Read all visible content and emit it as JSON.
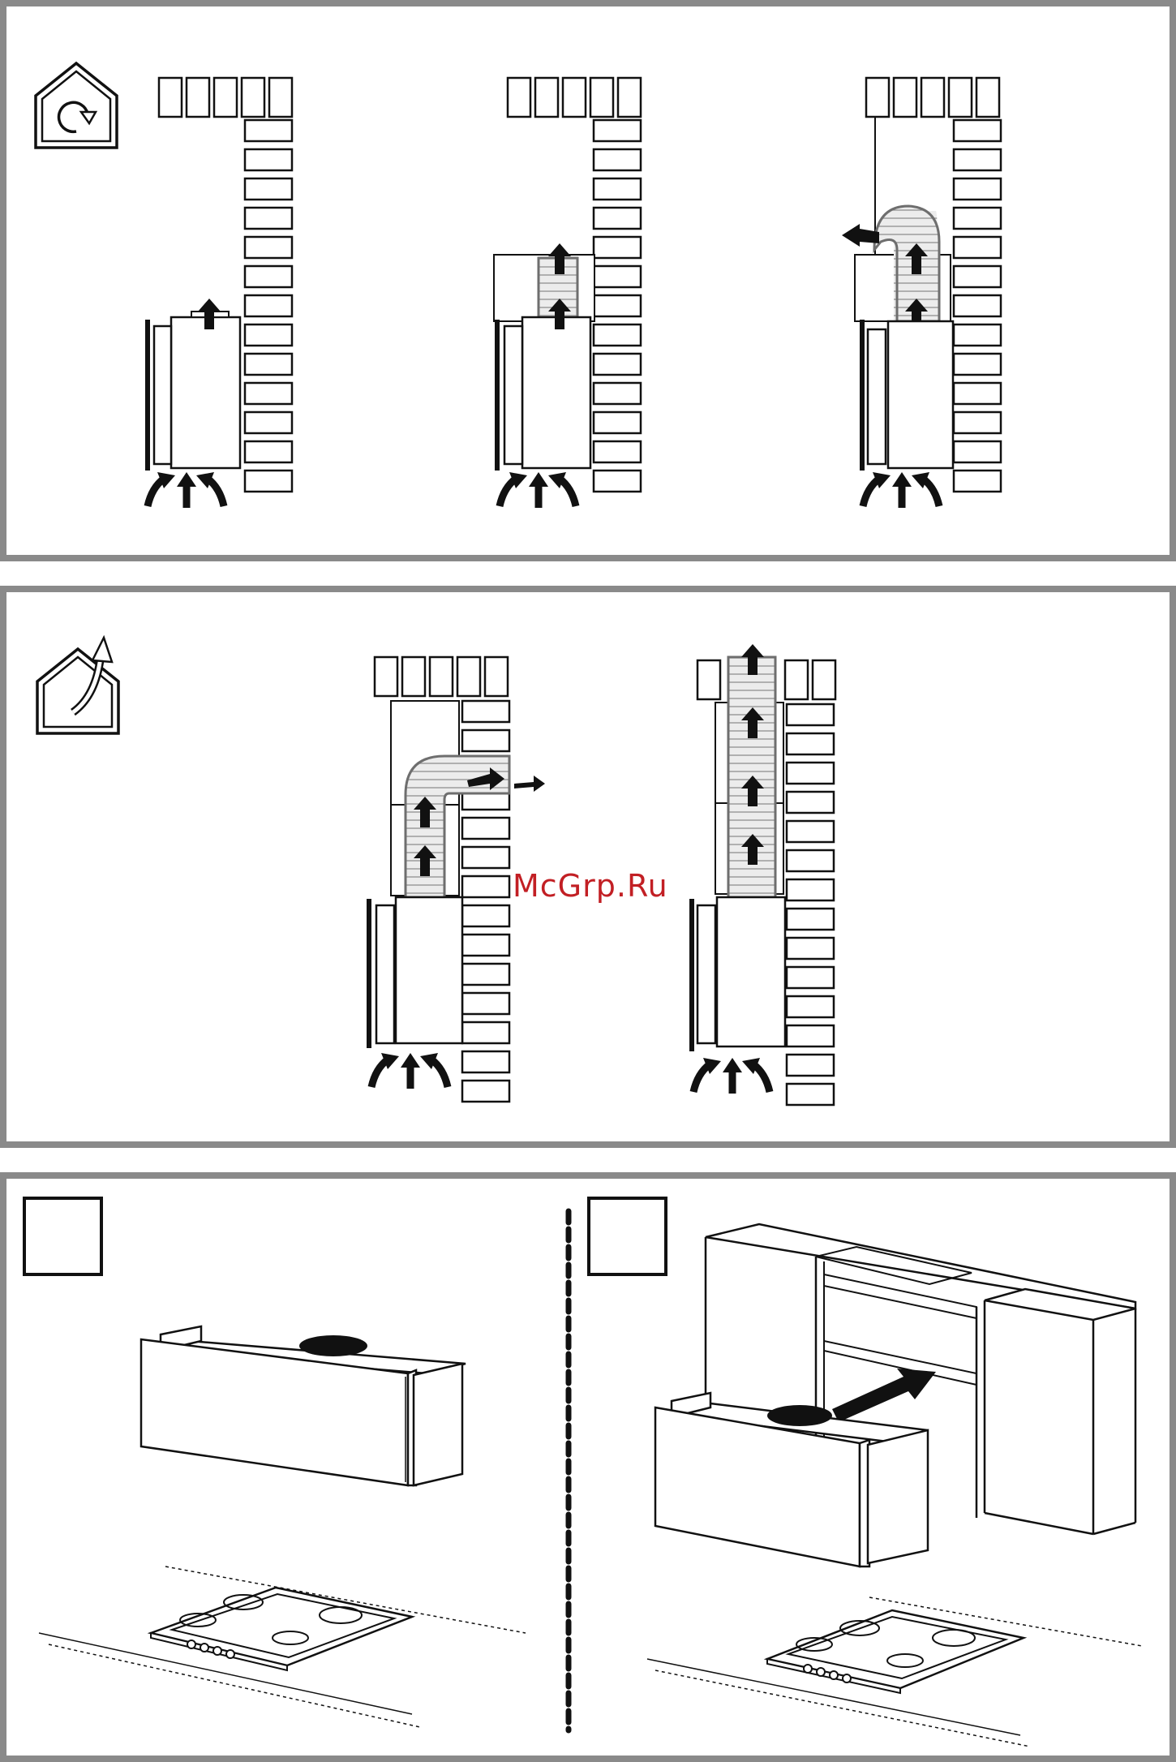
{
  "watermark": {
    "text": "McGrp.Ru",
    "color": "#c21f24"
  },
  "panels": [
    {
      "id": "recirculation",
      "icon": "house-recirculation-icon",
      "configurations": 3
    },
    {
      "id": "extraction",
      "icon": "house-extraction-icon",
      "configurations": 2
    },
    {
      "id": "installation",
      "steps": 2,
      "divider": "dashed"
    }
  ],
  "colors": {
    "frame": "#8a8a8a",
    "line": "#111111",
    "duct_fill": "#e9e9e9",
    "duct_outline": "#6e6e6e"
  }
}
